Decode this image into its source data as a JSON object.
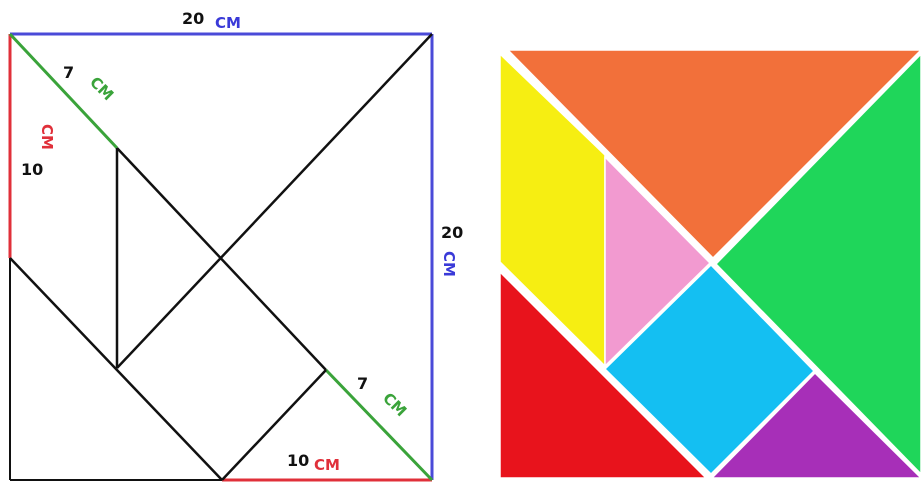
{
  "colors": {
    "blue_edge": "#4a4ad8",
    "red_edge": "#e0303a",
    "green_diag": "#3aa33a",
    "line": "#111111",
    "tangram_orange": "#f2703a",
    "tangram_green": "#1fd65a",
    "tangram_yellow": "#f6ee12",
    "tangram_pink": "#f29ad0",
    "tangram_blue": "#14bff2",
    "tangram_red": "#e8131c",
    "tangram_purple": "#a72fb8"
  },
  "labels": {
    "top": {
      "value": "20",
      "unit": "CM"
    },
    "right": {
      "value": "20",
      "unit": "CM"
    },
    "left": {
      "value": "10",
      "unit": "CM"
    },
    "bottom": {
      "value": "10",
      "unit": "CM"
    },
    "diag_top": {
      "value": "7",
      "unit": "CM"
    },
    "diag_bottom": {
      "value": "7",
      "unit": "CM"
    }
  }
}
